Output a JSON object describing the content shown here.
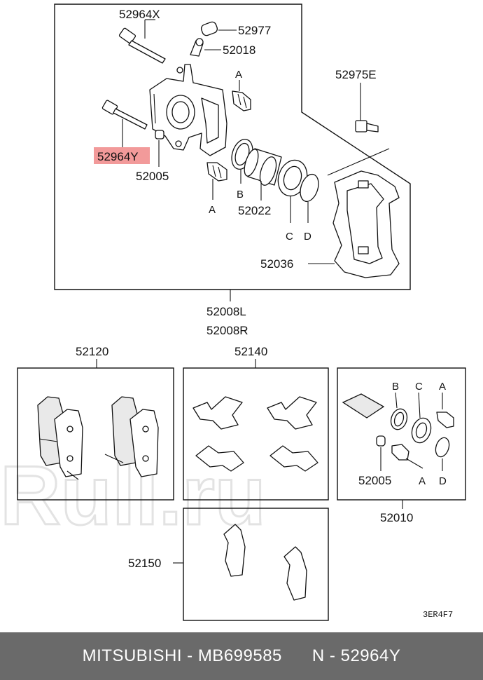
{
  "watermark": "Rull.ru",
  "footer": {
    "brand": "MITSUBISHI",
    "separator": " - ",
    "part_number": "MB699585",
    "gap": "      ",
    "ref_prefix": "N",
    "ref": "52964Y"
  },
  "diagram_code": "3ER4F7",
  "labels": {
    "bolt_x": "52964X",
    "cap": "52977",
    "bleeder": "52018",
    "bolt_y": "52964Y",
    "bushing": "52005",
    "seal_a": "A",
    "seal_a2": "A",
    "screw": "52975E",
    "ring_b": "B",
    "piston": "52022",
    "seal_c": "C",
    "ring_d": "D",
    "bracket": "52036",
    "assy_l": "52008L",
    "assy_r": "52008R",
    "pads": "52120",
    "clips": "52140",
    "kit": "52010",
    "shims": "52150",
    "kit_b": "B",
    "kit_c": "C",
    "kit_a": "A",
    "kit_bushing": "52005",
    "kit_a2": "A",
    "kit_d": "D"
  },
  "highlight_color": "#f29a9a"
}
